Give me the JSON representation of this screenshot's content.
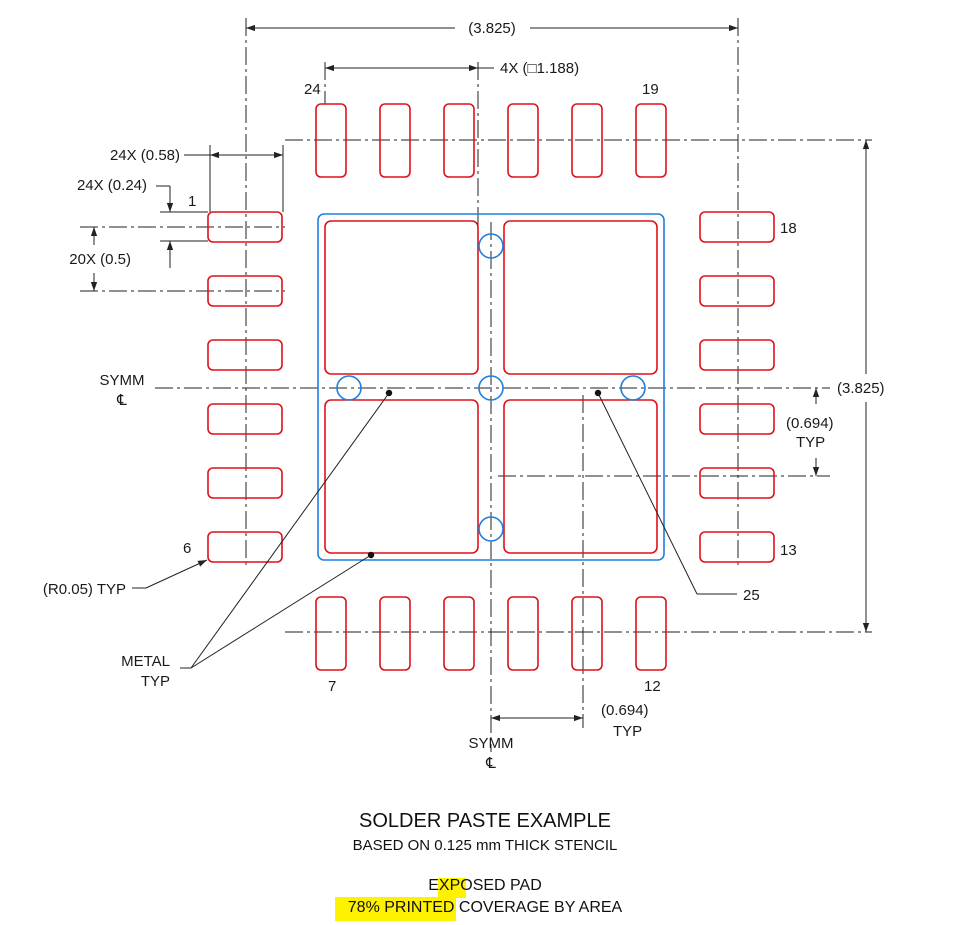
{
  "dims": {
    "overall_width": "(3.825)",
    "overall_height": "(3.825)",
    "paste_square": "4X (□1.188)",
    "pad_length": "24X (0.58)",
    "pad_width": "24X (0.24)",
    "pin_pitch": "20X (0.5)",
    "paste_pitch_v": "(0.694)",
    "paste_pitch_v_typ": "TYP",
    "paste_pitch_h": "(0.694)",
    "paste_pitch_h_typ": "TYP"
  },
  "pins": {
    "p1": "1",
    "p6": "6",
    "p7": "7",
    "p12": "12",
    "p13": "13",
    "p18": "18",
    "p19": "19",
    "p24": "24",
    "p25": "25"
  },
  "symm": {
    "h_label": "SYMM",
    "h_symbol": "℄",
    "v_label": "SYMM",
    "v_symbol": "℄"
  },
  "callouts": {
    "radius": "(R0.05) TYP",
    "metal_line1": "METAL",
    "metal_line2": "TYP"
  },
  "caption": {
    "title": "SOLDER PASTE EXAMPLE",
    "subtitle": "BASED ON 0.125 mm THICK STENCIL",
    "exposed_line1": "EXPOSED PAD",
    "exposed_line2": "78% PRINTED COVERAGE BY AREA"
  },
  "colors": {
    "pad": "#e0101a",
    "outline": "#1f7fe0",
    "highlight": "#fff200"
  }
}
